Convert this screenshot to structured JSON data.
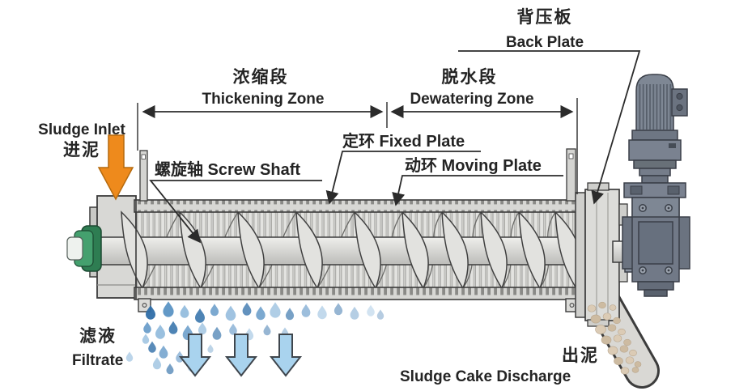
{
  "diagram": {
    "subject": "screw-press-sludge-dewatering-diagram",
    "labels": {
      "back_plate": {
        "zh": "背压板",
        "en": "Back Plate"
      },
      "thickening_zone": {
        "zh": "浓缩段",
        "en": "Thickening Zone"
      },
      "dewatering_zone": {
        "zh": "脱水段",
        "en": "Dewatering Zone"
      },
      "sludge_inlet": {
        "en": "Sludge Inlet",
        "zh": "进泥"
      },
      "screw_shaft": {
        "text": "螺旋轴 Screw Shaft"
      },
      "fixed_plate": {
        "text": "定环 Fixed Plate"
      },
      "moving_plate": {
        "text": "动环 Moving Plate"
      },
      "filtrate": {
        "zh": "滤液",
        "en": "Filtrate"
      },
      "sludge_cake_discharge": {
        "zh": "出泥",
        "en": "Sludge Cake Discharge"
      }
    },
    "colors": {
      "inlet_arrow": "#ee8a1c",
      "filtrate_arrow": "#a9d3ee",
      "droplet_dark": "#2f6ea8",
      "droplet_mid": "#5b93c4",
      "droplet_light": "#8fb9dc",
      "machine_body": "#d8d8d5",
      "motor_gearbox": "#757d8a",
      "bearing_green": "#3f9e6a",
      "sludge_cake": "#dbcbb5",
      "annotation_line": "#2b2b2b",
      "text": "#242424"
    }
  }
}
